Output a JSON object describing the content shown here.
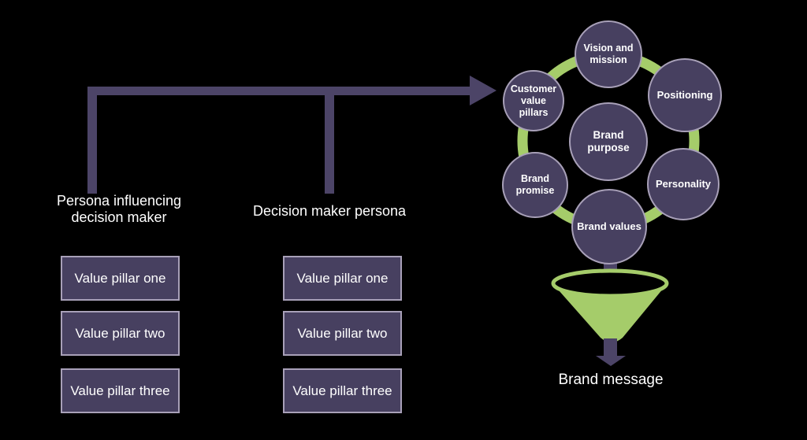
{
  "colors": {
    "background": "#000000",
    "shape_fill": "#474060",
    "shape_border": "#a8a0b8",
    "arrow": "#4c4467",
    "green": "#a5cc6a",
    "text": "#ffffff"
  },
  "influencer_column": {
    "heading": "Persona influencing decision maker",
    "pillars": [
      "Value pillar one",
      "Value pillar two",
      "Value pillar three"
    ]
  },
  "decision_maker_column": {
    "heading": "Decision maker persona",
    "pillars": [
      "Value pillar one",
      "Value pillar two",
      "Value pillar three"
    ]
  },
  "brand_wheel": {
    "center_node": "Brand purpose",
    "nodes": {
      "vision_mission": "Vision and mission",
      "customer_value_pillars": "Customer value pillars",
      "positioning": "Positioning",
      "brand_promise": "Brand promise",
      "personality": "Personality",
      "brand_values": "Brand values"
    }
  },
  "funnel": {
    "output_label": "Brand message"
  }
}
